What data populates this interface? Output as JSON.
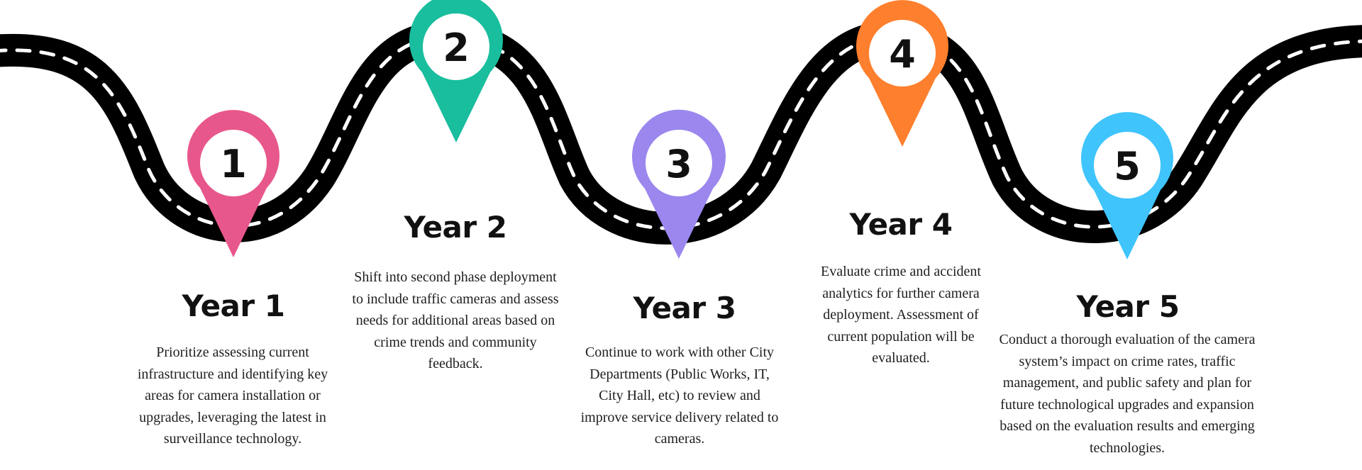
{
  "milestones": [
    {
      "number": "1",
      "title": "Year 1",
      "color": "#E8578B",
      "description": "Prioritize assessing current infrastructure and identifying key areas for camera installation or upgrades, leveraging the latest in surveillance technology."
    },
    {
      "number": "2",
      "title": "Year 2",
      "color": "#19BE9E",
      "description": "Shift into second phase deployment to include traffic cameras and assess needs for additional areas based on crime trends and community feedback."
    },
    {
      "number": "3",
      "title": "Year 3",
      "color": "#9B87EE",
      "description": "Continue to work with other City Departments (Public Works, IT, City Hall, etc) to review and improve service delivery related to cameras."
    },
    {
      "number": "4",
      "title": "Year 4",
      "color": "#FE7F2D",
      "description": "Evaluate crime and accident analytics for further camera deployment.  Assessment of current population will be evaluated."
    },
    {
      "number": "5",
      "title": "Year 5",
      "color": "#3FC4FC",
      "description": "Conduct a thorough evaluation of the camera system’s impact on crime rates, traffic management, and public safety and plan for future technological upgrades and expansion based on the evaluation results and emerging technologies."
    }
  ],
  "road": {
    "color": "#000000",
    "lane_marking_color": "#FFFFFF"
  }
}
